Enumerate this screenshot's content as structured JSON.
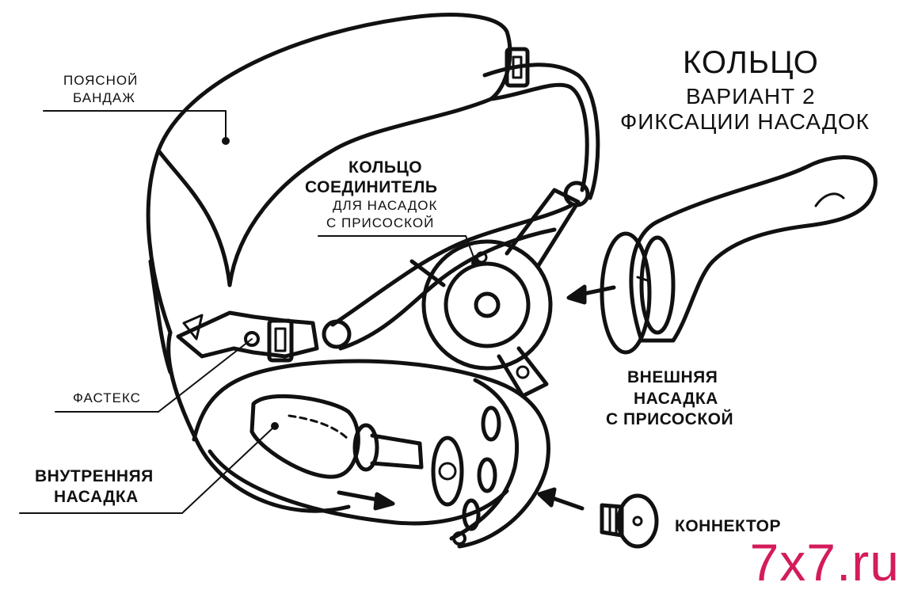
{
  "title": {
    "main": "КОЛЬЦО",
    "line2": "ВАРИАНТ 2",
    "line3": "ФИКСАЦИИ НАСАДОК"
  },
  "labels": {
    "waist_belt_1": "ПОЯСНОЙ",
    "waist_belt_2": "БАНДАЖ",
    "ring_1": "КОЛЬЦО",
    "ring_2": "СОЕДИНИТЕЛЬ",
    "ring_3": "ДЛЯ НАСАДОК",
    "ring_4": "С ПРИСОСКОЙ",
    "fastex": "ФАСТЕКС",
    "inner_1": "ВНУТРЕННЯЯ",
    "inner_2": "НАСАДКА",
    "outer_1": "ВНЕШНЯЯ",
    "outer_2": "НАСАДКА",
    "outer_3": "С ПРИСОСКОЙ",
    "connector": "КОННЕКТОР"
  },
  "watermark": "7x7.ru",
  "colors": {
    "line": "#111111",
    "background": "#ffffff",
    "watermark": "#d41b5b"
  }
}
